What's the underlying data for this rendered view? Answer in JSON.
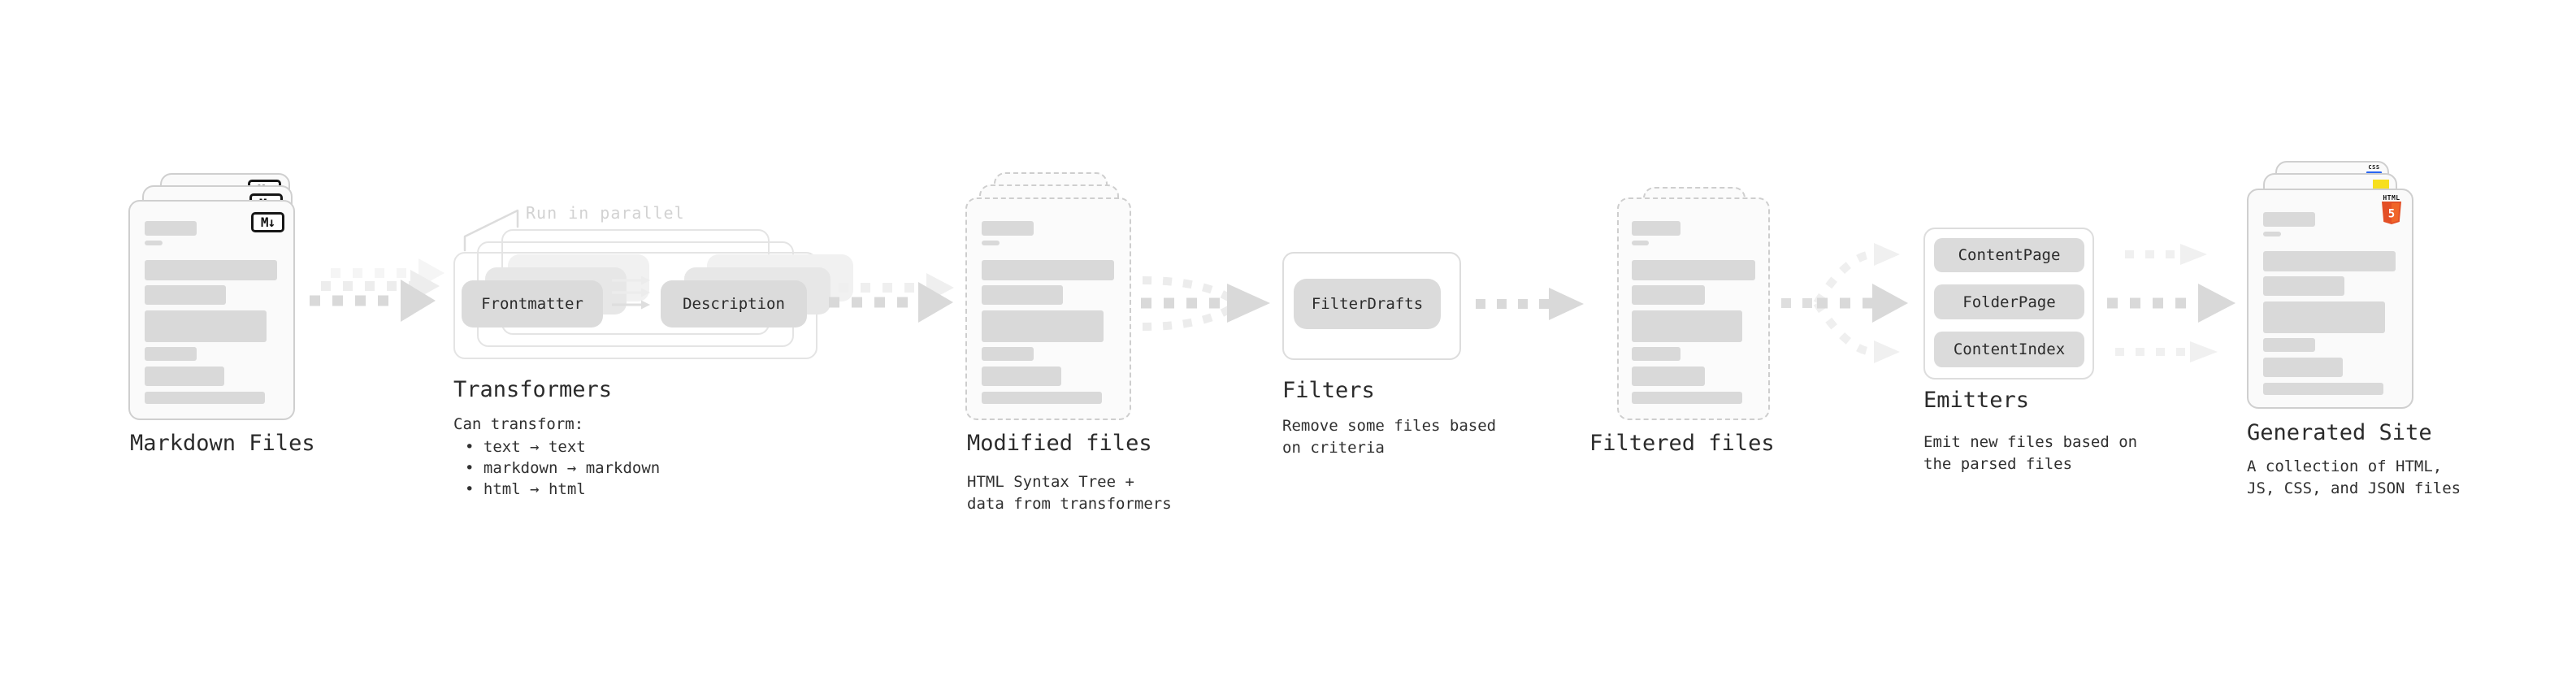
{
  "markdown_files": {
    "label": "Markdown Files",
    "badge": "M↓"
  },
  "transformers": {
    "annotation": "Run in parallel",
    "box_left": "Frontmatter",
    "box_right": "Description",
    "label": "Transformers",
    "desc_title": "Can transform:",
    "bullets": [
      "text → text",
      "markdown → markdown",
      "html → html"
    ]
  },
  "modified_files": {
    "label": "Modified files",
    "desc_line1": "HTML Syntax Tree +",
    "desc_line2": "data from transformers"
  },
  "filters": {
    "box": "FilterDrafts",
    "label": "Filters",
    "desc_line1": "Remove some files based",
    "desc_line2": "on criteria"
  },
  "filtered_files": {
    "label": "Filtered files"
  },
  "emitters": {
    "boxes": [
      "ContentPage",
      "FolderPage",
      "ContentIndex"
    ],
    "label": "Emitters",
    "desc_line1": "Emit new files based on",
    "desc_line2": "the parsed files"
  },
  "generated_site": {
    "label": "Generated Site",
    "desc_line1": "A collection of HTML,",
    "desc_line2": "JS, CSS, and JSON files",
    "badge_css": "CSS",
    "badge_html_text": "HTML",
    "badge_html_number": "5"
  },
  "colors": {
    "html_orange": "#e34f26",
    "js_yellow": "#f7df1e",
    "css_blue": "#2965f1",
    "placeholder_gray": "#d9d9d9",
    "arrow_gray": "#d9d9d9",
    "faint_gray": "#f0f0f0"
  }
}
